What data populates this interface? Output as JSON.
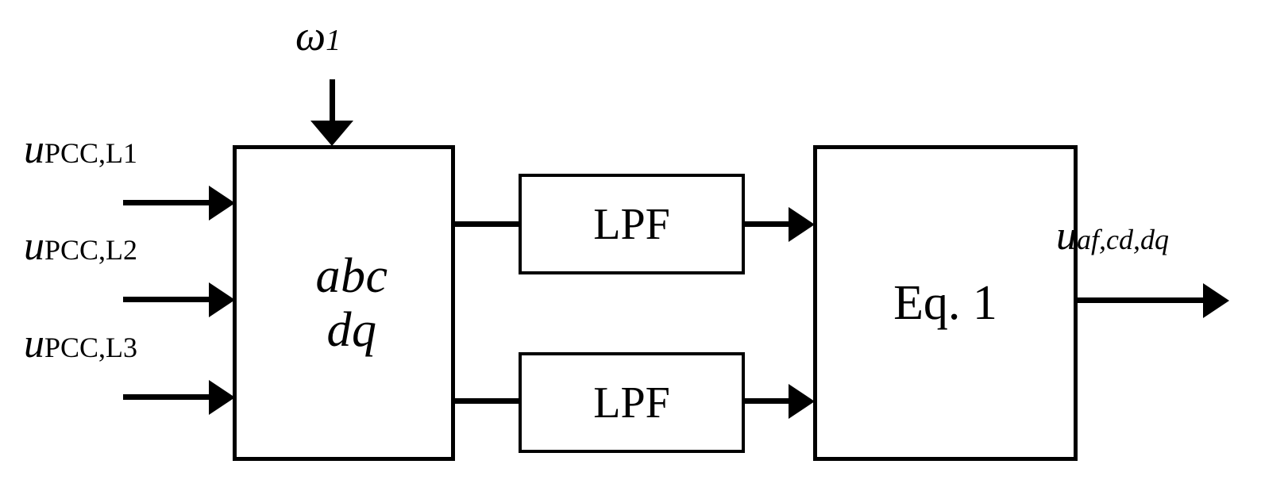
{
  "diagram": {
    "title": "abc-dq transformation with low-pass filters feeding Eq. 1",
    "background_color": "#ffffff",
    "line_color": "#000000"
  },
  "inputs": [
    {
      "id": "input-1",
      "base": "u",
      "subscript": "PCC,L1"
    },
    {
      "id": "input-2",
      "base": "u",
      "subscript": "PCC,L2"
    },
    {
      "id": "input-3",
      "base": "u",
      "subscript": "PCC,L3"
    }
  ],
  "control_input": {
    "base": "ω",
    "subscript": "1"
  },
  "blocks": {
    "transform": {
      "line1": "abc",
      "line2": "dq"
    },
    "filter_top": {
      "label": "LPF"
    },
    "filter_bottom": {
      "label": "LPF"
    },
    "equation": {
      "label": "Eq. 1"
    }
  },
  "output": {
    "base": "u",
    "subscript": "af,cd,dq"
  }
}
